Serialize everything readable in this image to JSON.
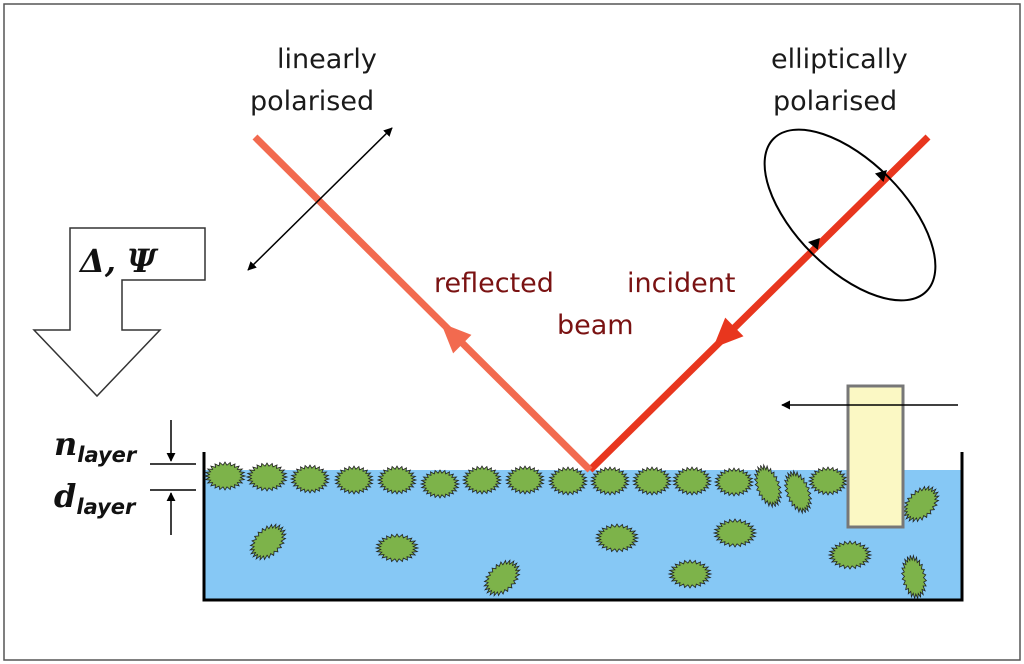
{
  "labels": {
    "linearly": "linearly",
    "polarised_left": "polarised",
    "elliptically": "elliptically",
    "polarised_right": "polarised",
    "reflected": "reflected",
    "incident": "incident",
    "beam": "beam",
    "delta_psi": "Δ, Ψ",
    "n_symbol": "n",
    "n_subscript": "layer",
    "d_symbol": "d",
    "d_subscript": "layer"
  },
  "colors": {
    "incident_beam": "#e8361e",
    "reflected_beam": "#f26a4f",
    "water": "#86c8f5",
    "particle": "#7db34a",
    "barrier": "#fbf8c4",
    "label_red": "#7a1212"
  }
}
